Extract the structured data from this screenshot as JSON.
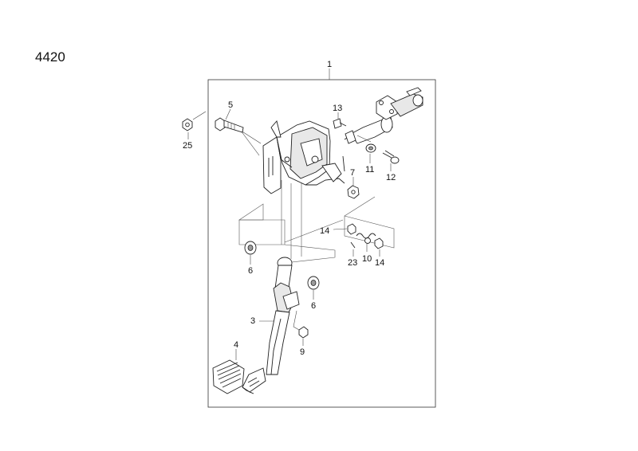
{
  "page_code": "4420",
  "callouts": [
    {
      "id": "c1",
      "text": "1"
    },
    {
      "id": "c3",
      "text": "3"
    },
    {
      "id": "c4",
      "text": "4"
    },
    {
      "id": "c5",
      "text": "5"
    },
    {
      "id": "c6a",
      "text": "6"
    },
    {
      "id": "c6b",
      "text": "6"
    },
    {
      "id": "c7",
      "text": "7"
    },
    {
      "id": "c9",
      "text": "9"
    },
    {
      "id": "c10",
      "text": "10"
    },
    {
      "id": "c11",
      "text": "11"
    },
    {
      "id": "c12",
      "text": "12"
    },
    {
      "id": "c13",
      "text": "13"
    },
    {
      "id": "c14a",
      "text": "14"
    },
    {
      "id": "c14b",
      "text": "14"
    },
    {
      "id": "c23",
      "text": "23"
    },
    {
      "id": "c25",
      "text": "25"
    }
  ]
}
